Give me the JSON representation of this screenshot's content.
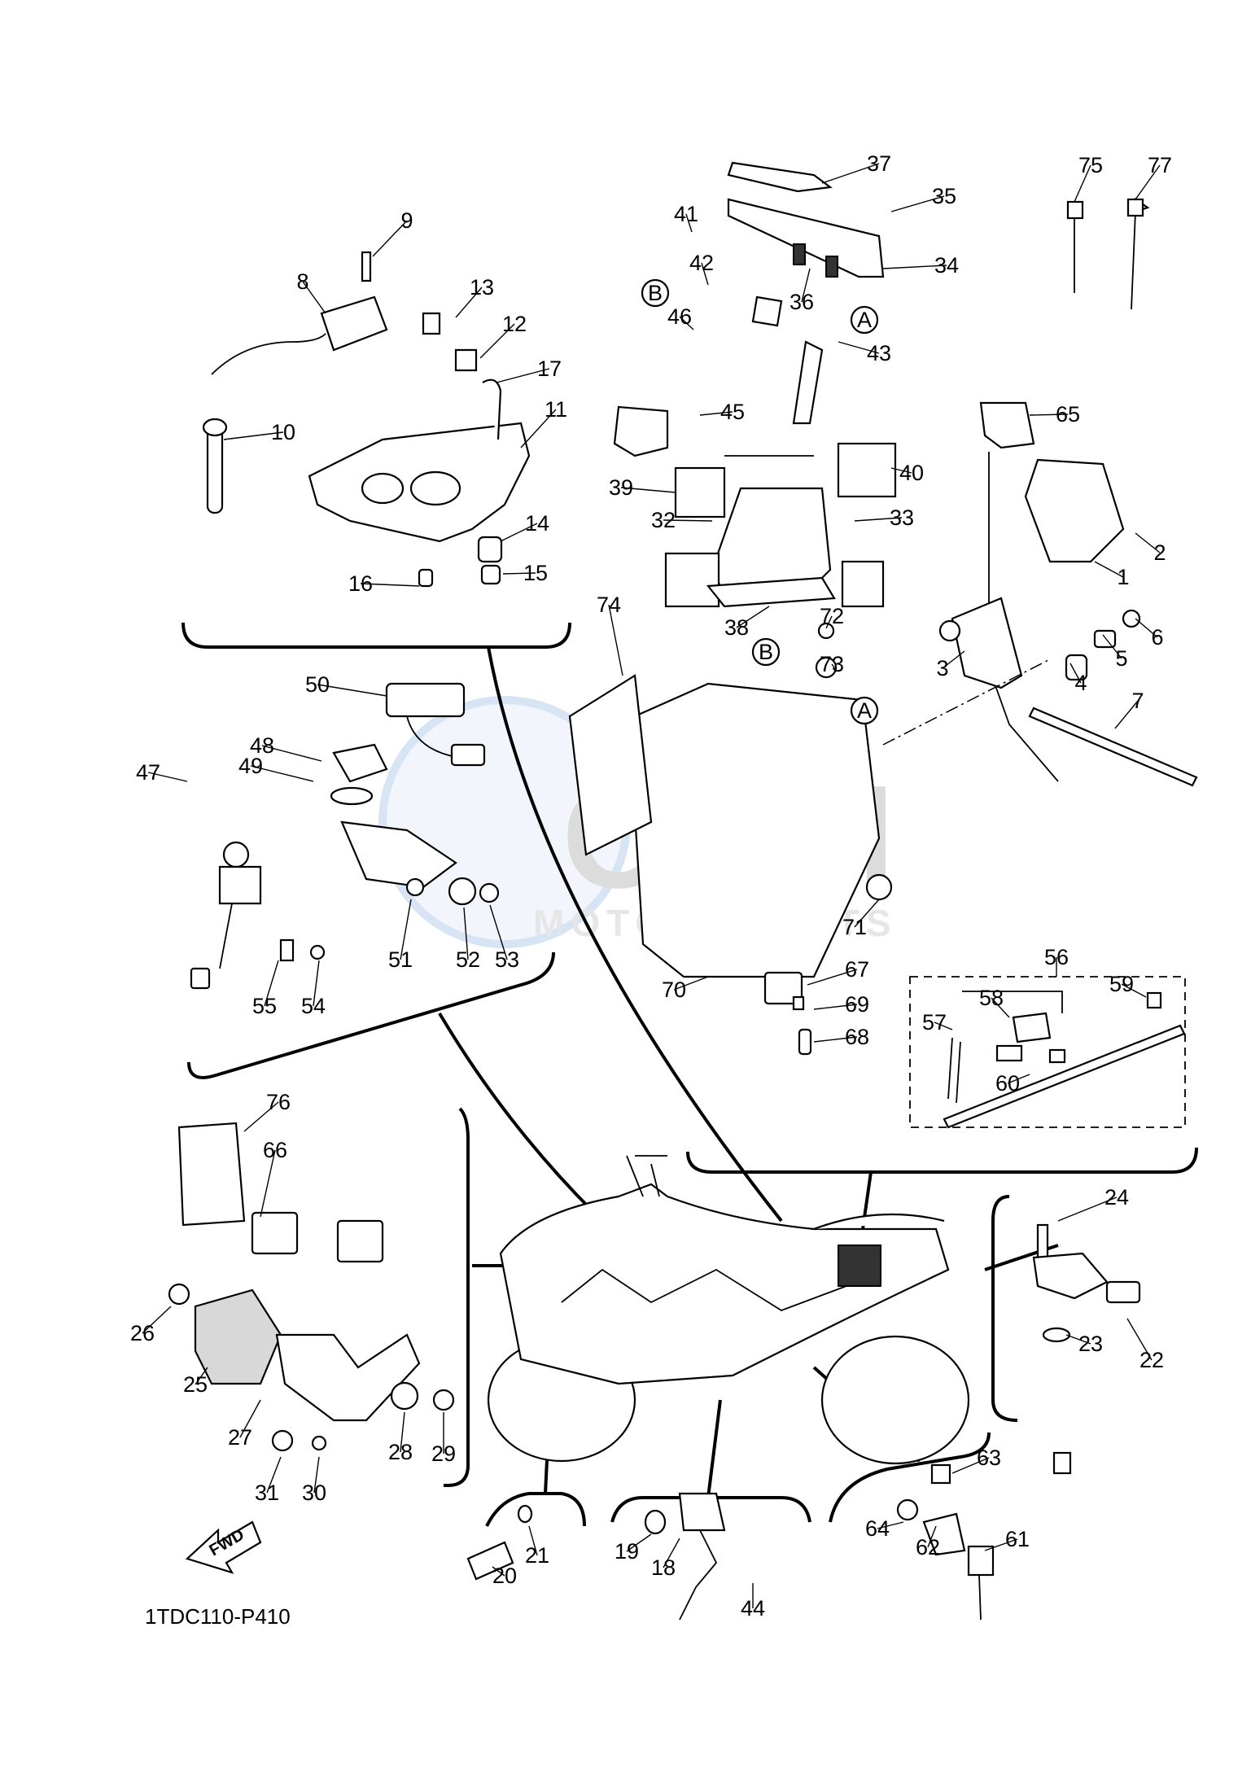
{
  "diagram": {
    "code": "1TDC110-P410",
    "fwd_label": "FWD",
    "watermark": {
      "brand": "OEM",
      "sub": "MOTORSPORTS"
    },
    "ref_letters": [
      "A",
      "B"
    ],
    "callouts": [
      "1",
      "2",
      "3",
      "4",
      "5",
      "6",
      "7",
      "8",
      "9",
      "10",
      "11",
      "12",
      "13",
      "14",
      "15",
      "16",
      "17",
      "18",
      "19",
      "20",
      "21",
      "22",
      "23",
      "24",
      "25",
      "26",
      "27",
      "28",
      "29",
      "30",
      "31",
      "32",
      "33",
      "34",
      "35",
      "36",
      "37",
      "38",
      "39",
      "40",
      "41",
      "42",
      "43",
      "44",
      "45",
      "46",
      "47",
      "48",
      "49",
      "50",
      "51",
      "52",
      "53",
      "54",
      "55",
      "56",
      "57",
      "58",
      "59",
      "60",
      "61",
      "62",
      "63",
      "64",
      "65",
      "66",
      "67",
      "68",
      "69",
      "70",
      "71",
      "72",
      "73",
      "74",
      "75",
      "76",
      "77"
    ]
  }
}
